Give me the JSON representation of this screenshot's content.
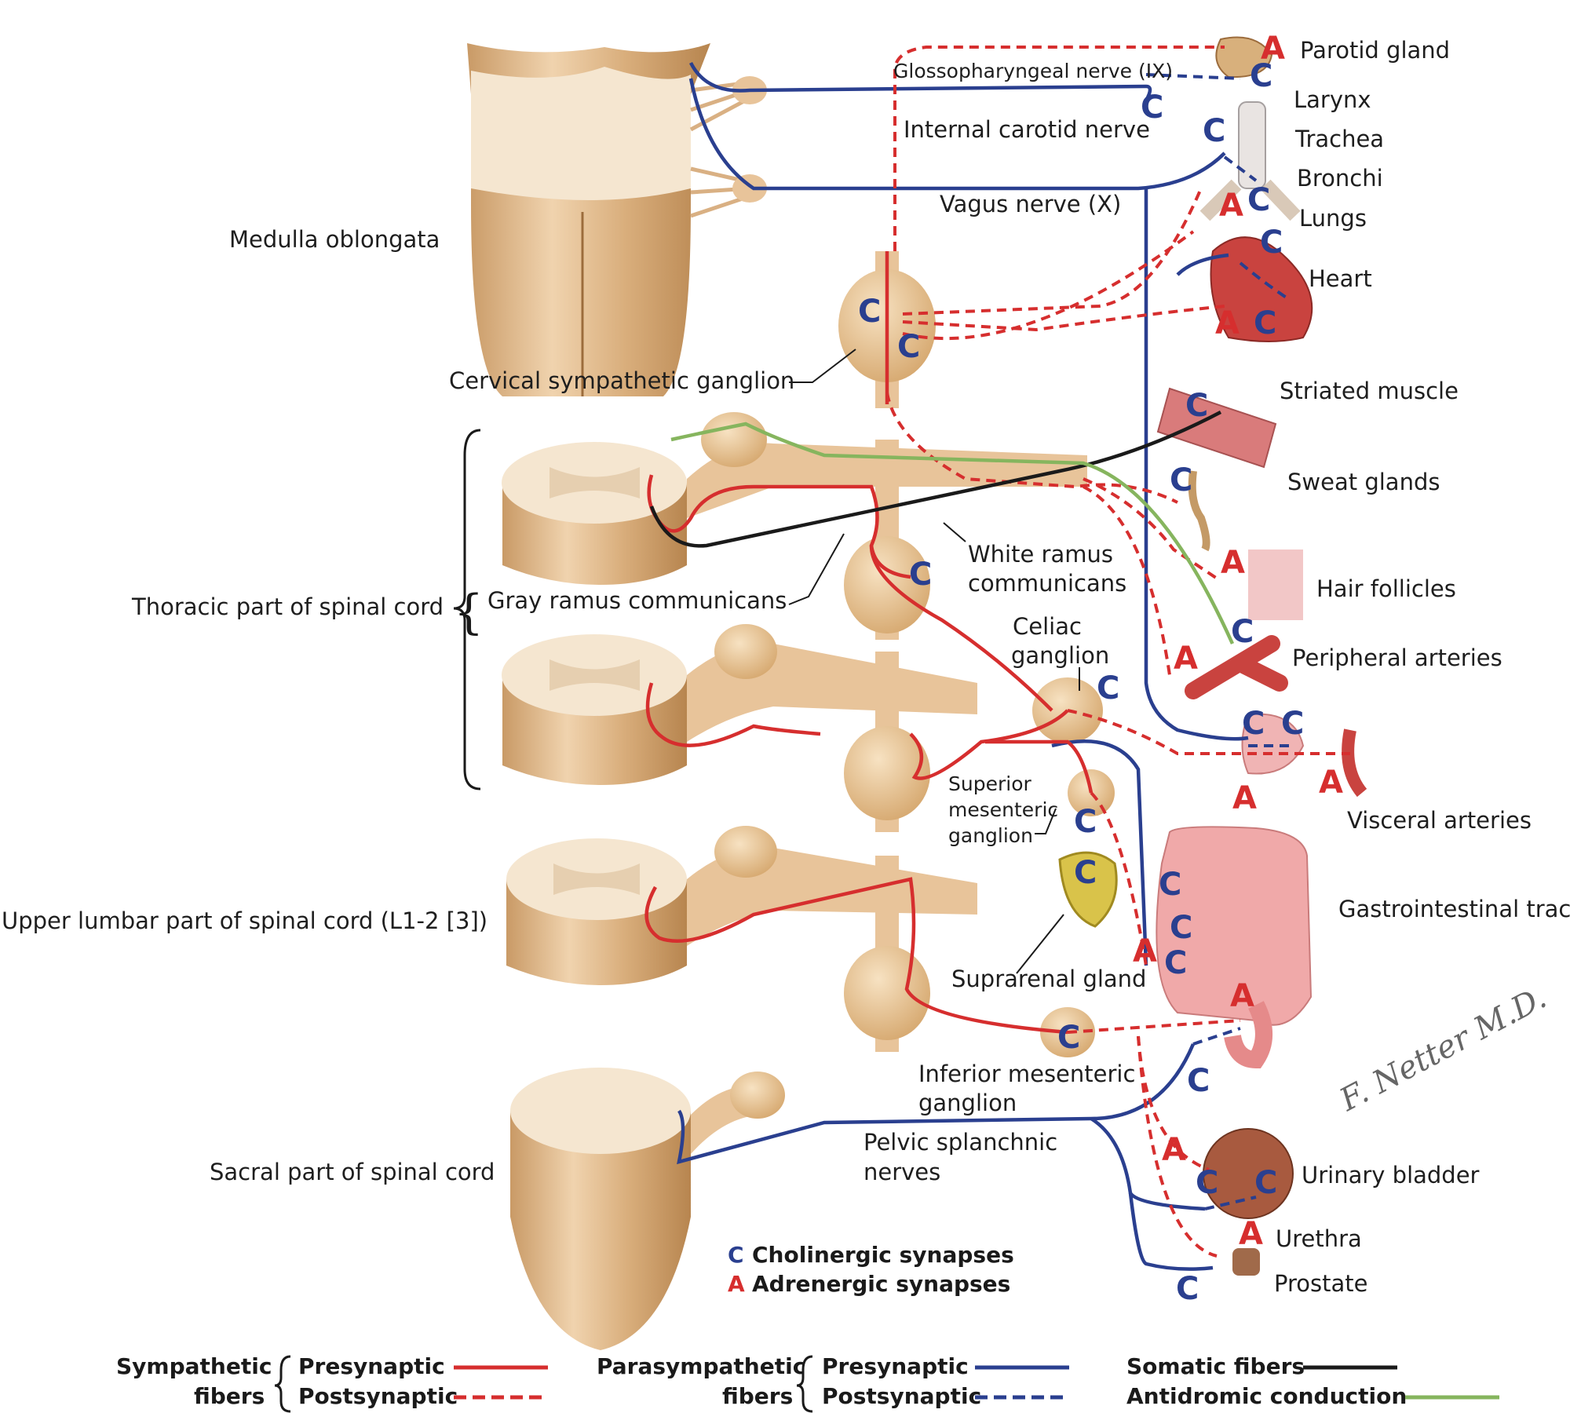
{
  "regions": {
    "medulla": "Medulla oblongata",
    "thoracic": "Thoracic part of spinal cord",
    "lumbar": "Upper lumbar part of spinal cord (L1-2 [3])",
    "sacral": "Sacral part of spinal cord"
  },
  "nerves": {
    "glossopharyngeal": "Glossopharyngeal nerve (IX)",
    "internal_carotid": "Internal carotid nerve",
    "vagus": "Vagus nerve (X)",
    "pelvic_1": "Pelvic splanchnic",
    "pelvic_2": "nerves"
  },
  "ganglia": {
    "cervical": "Cervical sympathetic ganglion",
    "white_1": "White ramus",
    "white_2": "communicans",
    "gray": "Gray ramus communicans",
    "celiac_1": "Celiac",
    "celiac_2": "ganglion",
    "supmes_1": "Superior",
    "supmes_2": "mesenteric",
    "supmes_3": "ganglion",
    "suprarenal": "Suprarenal gland",
    "infmes_1": "Inferior mesenteric",
    "infmes_2": "ganglion"
  },
  "organs": {
    "parotid": "Parotid gland",
    "larynx": "Larynx",
    "trachea": "Trachea",
    "bronchi": "Bronchi",
    "lungs": "Lungs",
    "heart": "Heart",
    "striated": "Striated muscle",
    "sweat": "Sweat glands",
    "hair": "Hair follicles",
    "peripheral": "Peripheral arteries",
    "visceral": "Visceral arteries",
    "gi": "Gastrointestinal tract",
    "bladder": "Urinary bladder",
    "urethra": "Urethra",
    "prostate": "Prostate"
  },
  "synapse_letters": {
    "c": "C",
    "a": "A"
  },
  "synapse_key": {
    "c_letter": "C",
    "c_text": "Cholinergic synapses",
    "a_letter": "A",
    "a_text": "Adrenergic synapses"
  },
  "legend": {
    "symp_1": "Sympathetic",
    "symp_2": "fibers",
    "para_1": "Parasympathetic",
    "para_2": "fibers",
    "pre": "Presynaptic",
    "post": "Postsynaptic",
    "somatic": "Somatic fibers",
    "antidromic": "Antidromic conduction"
  },
  "signature": "F. Netter M.D.",
  "colors": {
    "sympathetic": "#d62e2e",
    "parasympathetic": "#2a3f8f",
    "somatic": "#1a1a1a",
    "antidromic": "#86b55e",
    "tissue": "#e8c49a",
    "tissue_light": "#f5e6d0"
  }
}
